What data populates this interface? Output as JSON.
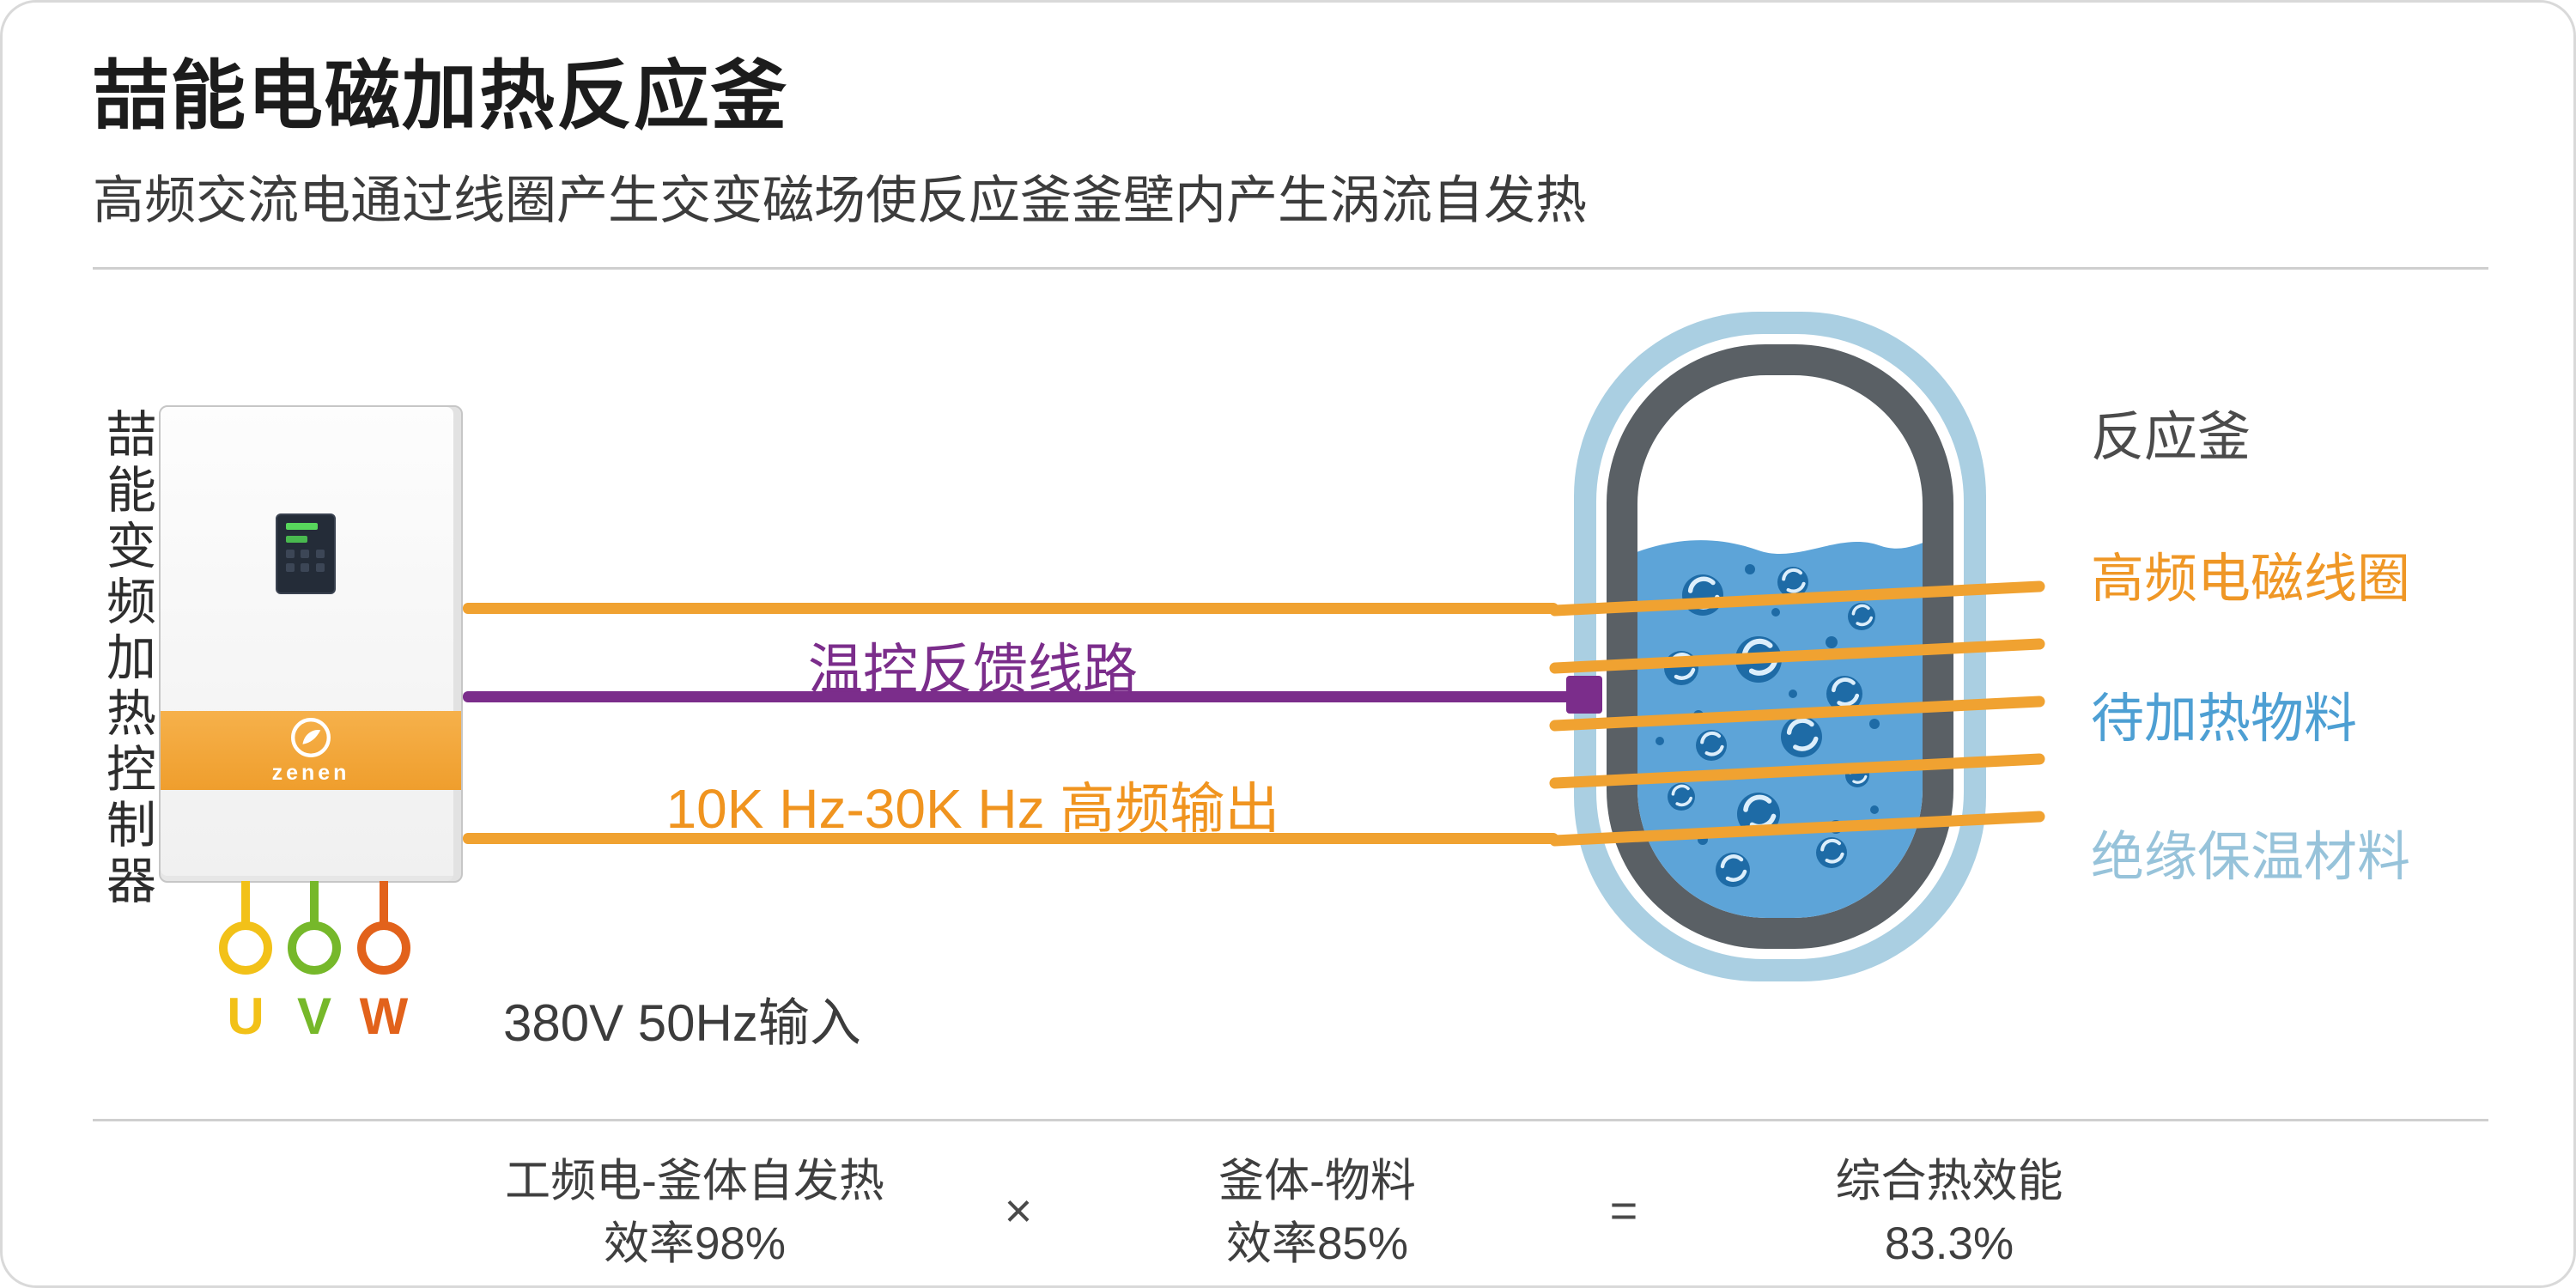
{
  "header": {
    "title": "喆能电磁加热反应釜",
    "subtitle": "高频交流电通过线圈产生交变磁场使反应釜釜壁内产生涡流自发热"
  },
  "controller": {
    "side_label": "喆能变频加热控制器",
    "brand": "zenen",
    "phases": [
      {
        "letter": "U",
        "color": "#f2c118"
      },
      {
        "letter": "V",
        "color": "#76b82a"
      },
      {
        "letter": "W",
        "color": "#e2621b"
      }
    ],
    "input_label": "380V 50Hz输入"
  },
  "connections": {
    "feedback_label": "温控反馈线路",
    "feedback_color": "#7b2d8b",
    "output_label": "10K Hz-30K Hz 高频输出",
    "output_color": "#f0941f",
    "coil_color": "#f0a231"
  },
  "reactor": {
    "legend": [
      {
        "text": "反应釜",
        "color": "#4b4b4b"
      },
      {
        "text": "高频电磁线圈",
        "color": "#ef9726"
      },
      {
        "text": "待加热物料",
        "color": "#4d9fd3"
      },
      {
        "text": "绝缘保温材料",
        "color": "#97c3da"
      }
    ]
  },
  "formula": {
    "factor1": {
      "line1": "工频电-釜体自发热",
      "line2": "效率98%"
    },
    "operator1": "×",
    "factor2": {
      "line1": "釜体-物料",
      "line2": "效率85%"
    },
    "operator2": "=",
    "result": {
      "line1": "综合热效能",
      "line2": "83.3%"
    }
  }
}
